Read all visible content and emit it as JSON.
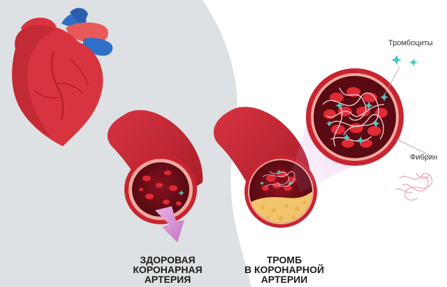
{
  "labels": {
    "healthy": [
      "ЗДОРОВАЯ",
      "КОРОНАРНАЯ",
      "АРТЕРИЯ"
    ],
    "thrombus": [
      "ТРОМБ",
      "В КОРОНАРНОЙ",
      "АРТЕРИИ"
    ],
    "platelets": "Тромбоциты",
    "fibrin": "Фибрин"
  },
  "colors": {
    "background_panel": "#dde1e3",
    "artery_wall": "#c8242f",
    "artery_outer": "#b11d2a",
    "lumen": "#6e0c15",
    "blood_cell": "#e02a35",
    "plaque": "#f2c46b",
    "platelet": "#4cc7c0",
    "fibrin": "#f2b4c0",
    "flow_arrow": "#d58ccd",
    "heart": "#d8343f",
    "vein": "#2f6fc6",
    "aorta": "#e85a5a"
  }
}
